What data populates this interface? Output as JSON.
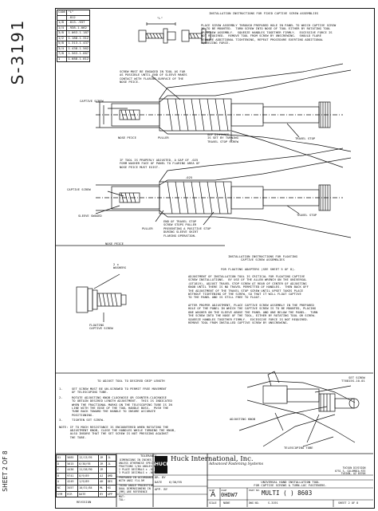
{
  "side_labels": {
    "top": "S-3191",
    "bottom": "SHEET 2 OF 8"
  },
  "sizes_table": {
    "headers": [
      "CODE",
      "\"L\""
    ],
    "rows": [
      [
        "",
        ".812"
      ],
      [
        "1/8",
        ".813-.937"
      ],
      [
        "1/4",
        ".938-1.062"
      ],
      [
        "3/8",
        "1.063-1.187"
      ],
      [
        "1/2",
        "1.188-1.312"
      ],
      [
        "5/8",
        "1.313-1.437"
      ],
      [
        "3/4",
        "1.438-1.562"
      ],
      [
        "7/8",
        "1.563-1.687"
      ],
      [
        "1",
        "1.688-1.812"
      ]
    ]
  },
  "fixed": {
    "title": "INSTALLATION INSTRUCTIONS FOR FIXED CAPTIVE SCREW ASSEMBLIES",
    "l_dim": "\"L\"",
    "text": "PLACE SCREW ASSEMBLY THROUGH PREPARED HOLE IN PANEL TO WHICH CAPTIVE SCREW\nIS TO BE MOUNTED.  TURN SCREW INTO NOSE OF TOOL EITHER BY ROTATING TOOL\nOR SCREW ASSEMBLY.  SQUEEZE HANDLES TOGETHER FIRMLY.  EXCESSIVE FORCE IS\nNOT REQUIRED.  REMOVE TOOL FROM SCREW BY UNSCREWING.  SHOULD FLARE\nREQUIRE ADDITIONAL TIGHTENING, REPEAT PROCEDURE EXERTING ADDITIONAL\nSQUEEZING FORCE.",
    "callout_screw": "SCREW MUST BE ENGAGED IN TOOL AS FAR\nAS POSSIBLE UNTIL END OF SLEEVE MAKES\nCONTACT WITH FLARING SURFACE OF THE\nNOSE PEICE.",
    "captive_screw": "CAPTIVE SCREW",
    "nose_peice": "NOSE PEICE",
    "puller": "PULLER",
    "gap": "GAP DISTANCE\nIS SET BY TURNING\nTRAVEL STOP SCREW",
    "travel_stop": "TRAVEL STOP"
  },
  "adjust": {
    "note": "IF TOOL IS PROPERLY ADJUSTED, A GAP OF .025\nFORM WASHER FACE OF PANEL TO FLARING AREA OF\nNOSE PEICE MUST EXIST.",
    "dim": ".025",
    "captive_screw": "CAPTIVE SCREW",
    "sleeve_swaged": "SLEEVE SWAGED",
    "puller": "PULLER",
    "nose_peice": "NOSE PEICE",
    "travel_stop_note": "END OF TRAVEL STOP\nSCREW STOPS PULLER\nPREVENTING A POSITIVE STOP\nDURING SLEEVE SKIRT\nFLARING OPERATION.",
    "travel_stop": "TRAVEL STOP"
  },
  "floating": {
    "title": "INSTALLATION INSTRUCTIONS FOR FLOATING\nCAPTIVE SCREW ASSEMBLIES",
    "subtitle": "FOR FLOATING ADAPTERS (SEE SHEET 5 OF 8).",
    "washers": "2 x\nWASHERS",
    "floating_screw": "FLOATING\nCAPTIVE SCREW",
    "para1": "ADJUSTMENT OF INSTALLATION TOOL IS CRITICAL FOR FLOATING CAPTIVE\nSCREW INSTALLATIONS.  BY USE OF THE ALLEN WRENCH ON THE UNIVERSAL\n(OT1819), ADJUST TRAVEL STOP SCREW AT REAR OF CENTER OF ADJUSTING\nKNOB UNTIL THERE IS NO TRAVEL PERMITTED OF HANDLES.  THEN BACK OFF\nTHE ADJUSTMENT OF THE TRAVEL STOP SCREW UNTIL UPSET TAKES PLACE\nWITHOUT TIGHTENING OF THE SCREW, SO THAT IT WILL FLOAT CAPTIVE\nTO THE PANEL AND IS STILL FREE TO FLOAT.",
    "para2": "AFTER PROPER ADJUSTMENT, PLACE CAPTIVE SCREW ASSEMBLY IN THE PREPARED\nHOLE OF THE PANEL IN WHICH THE CAPTIVE SCREW IS TO BE MOUNTED, PLACING\nONE WASHER ON THE SLEEVE ABOVE THE PANEL AND ONE BELOW THE PANEL.  TURN\nTHE SCREW INTO THE NOSE OF THE TOOL, EITHER BY ROTATING TOOL OR SCREW.\nSQUEEZE HANDLES TOGETHER FIRMLY.  EXCESSIVE FORCE IS NOT REQUIRED.\nREMOVE TOOL FROM INSTALLED CAPTIVE SCREW BY UNSCREWING."
  },
  "grip": {
    "title": "TO ADJUST TOOL TO DESIRED GRIP LENGTH",
    "steps": [
      {
        "num": "1.",
        "text": "SET SCREW MUST BE UN-SCREWED TO PERMIT FREE MOVEMENT\nOF TELESCOPING TUBE."
      },
      {
        "num": "2.",
        "text": "ROTATE ADJUSTING KNOB CLOCKWISE OR COUNTER-CLOCKWISE\nTO OBTAIN DESIRED LENGTH ADJUSTMENT.  THIS IS INDICATED\nWHEN THE FRACTIONAL MARKS ON THE TELESCOPING TUBE IS IN\nLINE WITH THE EDGE OF THE TOOL HANDLE BOSS.  PUSH THE\nTUBE BACK TOWARD THE HANDLE TO INSURE ACCURATE\nPOSITIONING."
      },
      {
        "num": "3.",
        "text": "TIGHTEN SET SCREW."
      }
    ],
    "note": "NOTE: IF TO MUCH RESISTANCE IS ENCOUNTERED WHEN ROTATING THE\n      ADJUSTMENT KNOB, CLOSE THE HANDLES WHILE TURNING THE KNOB,\n      ALSO INSURE THAT THE SET SCREW IS NOT PRESSING AGAINST\n      THE TUBE.",
    "set_screw": "SET SCREW\nT76815S-10-01",
    "adjusting_knob": "ADJUSTING KNOB",
    "telescoping_tube": "TELESCOPING TUBE"
  },
  "revisions": [
    [
      "D1",
      "5685",
      "12/13/95",
      "JR",
      "JL"
    ],
    [
      "D",
      "5615",
      "6/30/95",
      "JR",
      "JL"
    ],
    [
      "C",
      "4436",
      "11/28/90",
      "JR",
      ""
    ],
    [
      "B",
      "9741",
      "8/9/89",
      "AJ",
      "QMD"
    ],
    [
      "A",
      "4249",
      "1/9/89",
      "AH",
      "DES"
    ],
    [
      "NC",
      "3457",
      "10/31/84",
      "ML",
      "KG"
    ],
    [
      "SYM",
      "ECR",
      "DATE",
      "BY",
      "APP"
    ]
  ],
  "revision_label": "REVISION",
  "title_block": {
    "tolerance_head": "TOLERANCE",
    "tolerance_text": "DIMENSIONS IN INCHES\nUNLESS OTHERWISE SPECIFIED\nFRACTIONS 1/64 ANGLES 1/2\n2 PLACE DECIMALS ± .02\n3 PLACE DECIMALS ± .005",
    "prepared": "PREPARED IN ACCORDANCE\nWITH ANSI Y14.5M",
    "projection": "THIRD ANGLE PROJECTION\nDUAL DIMENSIONING IN\n[MM] ARE REFERENCE",
    "mat": "MAT:\nTOL:",
    "logo": "HUCK",
    "company": "Huck International, Inc.",
    "company_sub": "Advanced Fastening Systems",
    "division": "TUCSON DIVISION\n6751 S. COLUMBIA RTE\nTUCSON, AZ 85706",
    "dr_by": "DR. BY",
    "date_label": "DATE",
    "date": "6/30/95",
    "app_by": "APP. BY",
    "desc": "UNIVERSAL HAND INSTALLATION TOOL\nFOR CAPTIVE SCREWS & TURN-LOC FASTENERS.",
    "size_label": "SIZE",
    "size": "A",
    "cage": "0HDW7",
    "cage_label": "CAGE",
    "part_label": "PART NO.",
    "part": "MULTI ( ) 8603",
    "scale_label": "SCALE",
    "scale": "NONE",
    "dwg_label": "DWG NO.",
    "dwg": "S-3191",
    "sheet": "SHEET 2 OF 8"
  }
}
